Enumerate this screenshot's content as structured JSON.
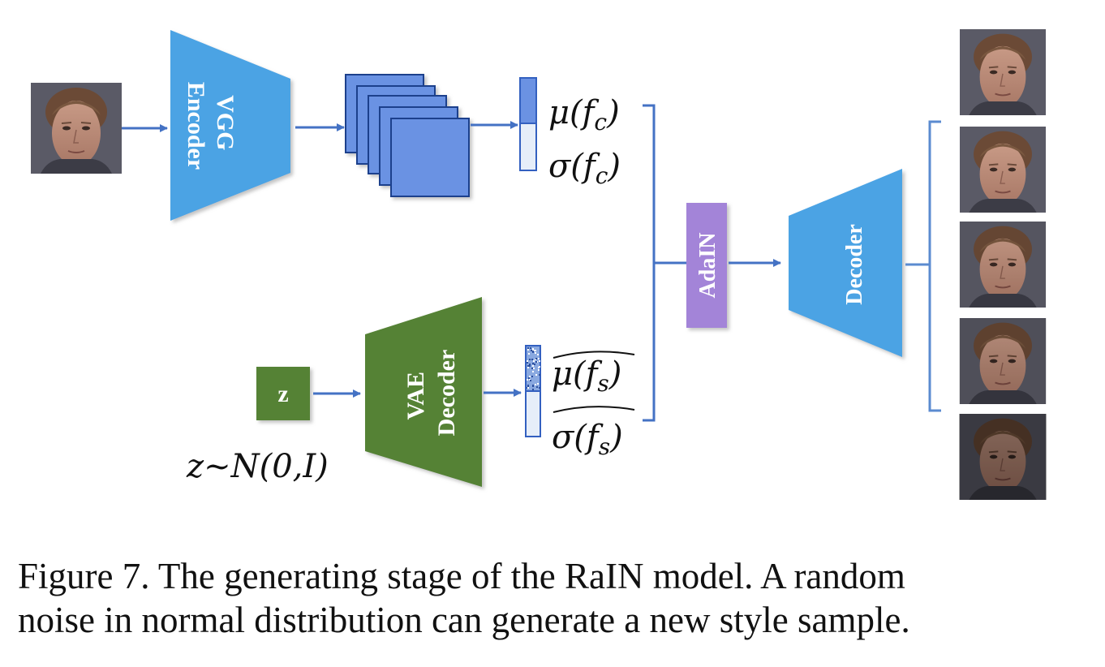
{
  "diagram": {
    "blocks": {
      "vgg_encoder": {
        "line1": "VGG",
        "line2": "Encoder"
      },
      "adain": "AdaIN",
      "decoder": "Decoder",
      "vae_decoder": {
        "line1": "VAE",
        "line2": "Decoder"
      },
      "z": "z"
    },
    "labels": {
      "mu_fc": "μ(f",
      "mu_fc_sub": "c",
      "sigma_fc": "σ(f",
      "sigma_fc_sub": "c",
      "mu_fs": "μ(f",
      "mu_fs_sub": "s",
      "sigma_fs": "σ(f",
      "sigma_fs_sub": "s",
      "close_paren": ")",
      "z_dist": "z~N(0,I)"
    },
    "colors": {
      "encoder_blue": "#4BA3E4",
      "feature_blue": "#6B92E3",
      "adain_purple": "#A384D8",
      "vae_green": "#548235",
      "arrow_blue": "#4472C4",
      "bracket_blue": "#5B8BD0"
    }
  },
  "caption": {
    "line1": "Figure 7. The generating stage of the RaIN model. A random",
    "line2": "noise in normal distribution can generate a new style sample."
  }
}
